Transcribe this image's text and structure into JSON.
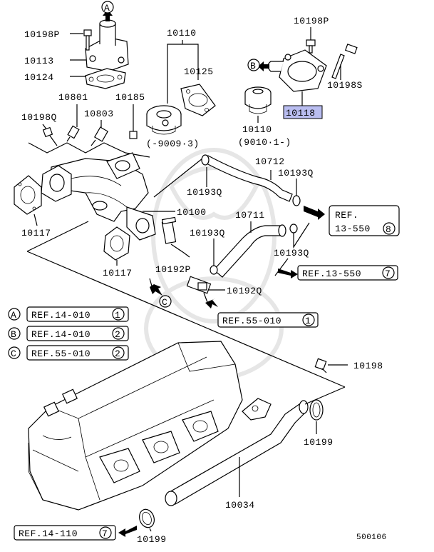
{
  "diagram_id": "500106",
  "callouts": {
    "a": "A",
    "b": "B",
    "c": "C"
  },
  "refs": {
    "ref_a": {
      "label": "REF.14-010",
      "num": "1"
    },
    "ref_b": {
      "label": "REF.14-010",
      "num": "2"
    },
    "ref_c": {
      "label": "REF.55-010",
      "num": "2"
    },
    "ref_13_550_8": {
      "line1": "REF.",
      "line2": "13-550",
      "num": "8"
    },
    "ref_13_550_7": {
      "label": "REF.13-550",
      "num": "7"
    },
    "ref_55_010_1": {
      "label": "REF.55-010",
      "num": "1"
    },
    "ref_14_110_7": {
      "label": "REF.14-110",
      "num": "7"
    }
  },
  "parts": {
    "p10198P_top": "10198P",
    "p10113": "10113",
    "p10124": "10124",
    "p10110_left": "10110",
    "p10125": "10125",
    "p10110_note": "(-9009·3)",
    "p10198P_right": "10198P",
    "p10198S": "10198S",
    "p10118": "10118",
    "p10110_right": "10110",
    "p10110_right_note": "(9010·1-)",
    "p10801": "10801",
    "p10185": "10185",
    "p10198Q": "10198Q",
    "p10803": "10803",
    "p10712": "10712",
    "p10193Q_a": "10193Q",
    "p10193Q_b": "10193Q",
    "p10117_left": "10117",
    "p10100": "10100",
    "p10711": "10711",
    "p10193Q_c": "10193Q",
    "p10193Q_d": "10193Q",
    "p10117_mid": "10117",
    "p10192P": "10192P",
    "p10192Q": "10192Q",
    "p10198": "10198",
    "p10199_right": "10199",
    "p10034": "10034",
    "p10199_bottom": "10199"
  },
  "colors": {
    "highlight": "#b9bdf0",
    "line": "#000000"
  }
}
